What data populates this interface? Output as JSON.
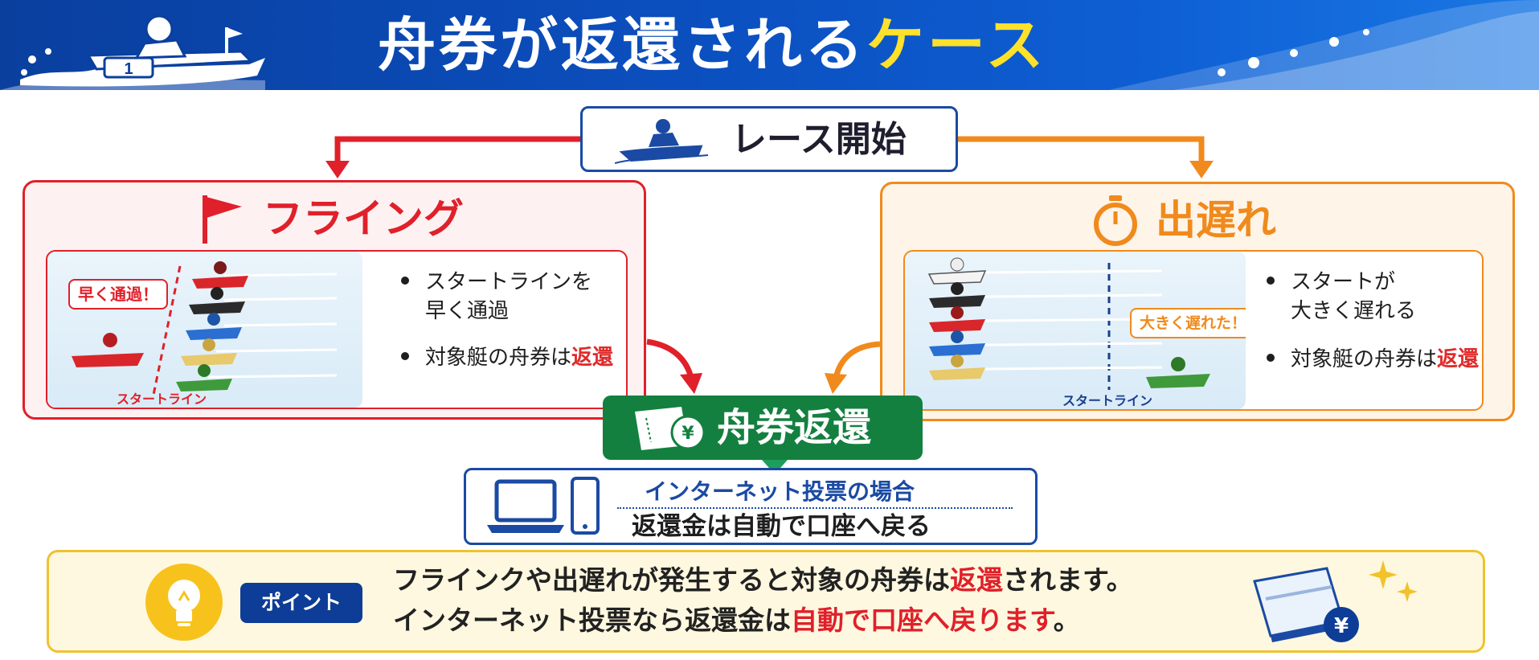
{
  "header": {
    "title_main": "舟券が返還される",
    "title_highlight": "ケース",
    "boat_number": "1"
  },
  "start": {
    "label": "レース開始"
  },
  "flying": {
    "title": "フライング",
    "speech": "早く通過！",
    "start_line_label": "スタートライン",
    "bullets": [
      {
        "line1": "スタートラインを",
        "line2": "早く通過"
      },
      {
        "text": "対象艇の舟券は",
        "emphasis": "返還"
      }
    ],
    "colors": {
      "accent": "#e0202a"
    }
  },
  "late": {
    "title": "出遅れ",
    "speech": "大きく遅れた！",
    "start_line_label": "スタートライン",
    "bullets": [
      {
        "line1": "スタートが",
        "line2": "大きく遅れる"
      },
      {
        "text": "対象艇の舟券は",
        "emphasis": "返還"
      }
    ],
    "colors": {
      "accent": "#f08a1c"
    }
  },
  "refund": {
    "label": "舟券返還",
    "yen": "¥"
  },
  "internet": {
    "title": "インターネット投票の場合",
    "subtitle": "返還金は自動で口座へ戻る"
  },
  "point": {
    "badge": "ポイント",
    "line1_pre": "フラインクや出遅れが発生すると対象の舟券は",
    "line1_em": "返還",
    "line1_post": "されます。",
    "line2_pre": "インターネット投票なら返還金は",
    "line2_em": "自動で口座へ戻ります",
    "line2_post": "。",
    "yen": "¥"
  },
  "icons": [
    "boat-icon",
    "flag-icon",
    "stopwatch-icon",
    "ticket-icon",
    "laptop-icon",
    "smartphone-icon",
    "lightbulb-icon",
    "bankbook-icon",
    "sparkle-icon"
  ]
}
